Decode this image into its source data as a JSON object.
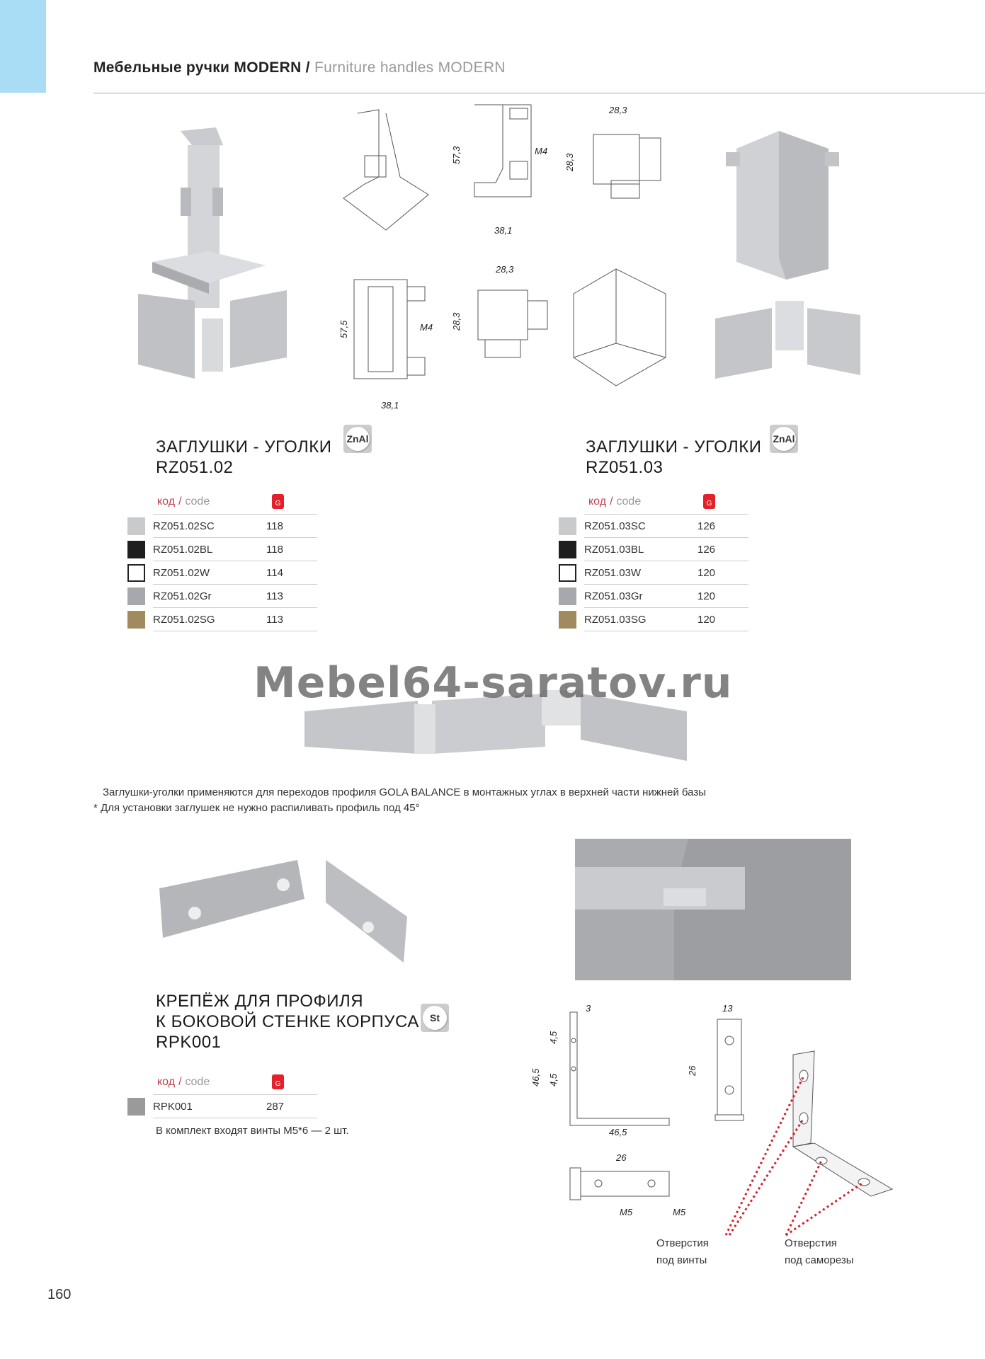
{
  "header": {
    "title_ru": "Мебельные ручки MODERN",
    "separator": " / ",
    "title_en": "Furniture handles MODERN"
  },
  "product1": {
    "title": "ЗАГЛУШКИ - УГОЛКИ",
    "code": "RZ051.02",
    "material": "ZnAl",
    "col_code_ru": "код",
    "col_sep": "/",
    "col_code_en": "code",
    "weight_icon": "G",
    "rows": [
      {
        "code": "RZ051.02SC",
        "weight": "118",
        "color": "#c8cacc"
      },
      {
        "code": "RZ051.02BL",
        "weight": "118",
        "color": "#1e1e1e"
      },
      {
        "code": "RZ051.02W",
        "weight": "114",
        "color": "#ffffff"
      },
      {
        "code": "RZ051.02Gr",
        "weight": "113",
        "color": "#a6a8ab"
      },
      {
        "code": "RZ051.02SG",
        "weight": "113",
        "color": "#a08a5e"
      }
    ]
  },
  "product2": {
    "title": "ЗАГЛУШКИ - УГОЛКИ",
    "code": "RZ051.03",
    "material": "ZnAl",
    "col_code_ru": "код",
    "col_sep": "/",
    "col_code_en": "code",
    "weight_icon": "G",
    "rows": [
      {
        "code": "RZ051.03SC",
        "weight": "126",
        "color": "#c8cacc"
      },
      {
        "code": "RZ051.03BL",
        "weight": "126",
        "color": "#1e1e1e"
      },
      {
        "code": "RZ051.03W",
        "weight": "120",
        "color": "#ffffff"
      },
      {
        "code": "RZ051.03Gr",
        "weight": "120",
        "color": "#a6a8ab"
      },
      {
        "code": "RZ051.03SG",
        "weight": "120",
        "color": "#a08a5e"
      }
    ]
  },
  "watermark": "Mebel64-saratov.ru",
  "notes": [
    "Заглушки-уголки применяются для переходов профиля GOLA BALANCE  в монтажных углах в верхней части нижней базы",
    "* Для установки заглушек не нужно распиливать профиль под 45°"
  ],
  "product3": {
    "title_line1": "КРЕПЁЖ ДЛЯ ПРОФИЛЯ",
    "title_line2": "К БОКОВОЙ СТЕНКЕ КОРПУСА",
    "code": "RPK001",
    "material": "St",
    "col_code_ru": "код",
    "col_sep": "/",
    "col_code_en": "code",
    "weight_icon": "G",
    "rows": [
      {
        "code": "RPK001",
        "weight": "287",
        "color": "#9a9a9a"
      }
    ],
    "kit_note": "В комплект входят винты М5*6 — 2 шт."
  },
  "dimensions": {
    "d1": "28,3",
    "d2": "57,3",
    "d3": "M4",
    "d4": "38,1",
    "d5": "28,3",
    "d6": "28,3",
    "d7": "57,5",
    "d8": "M4",
    "d9": "28,3",
    "d10": "38,1",
    "d11": "3",
    "d12": "13",
    "d13": "46,5",
    "d14": "4,5",
    "d15": "4,5",
    "d16": "26",
    "d17": "46,5",
    "d18": "26",
    "d19": "M5",
    "d20": "M5"
  },
  "holes": {
    "screws_line1": "Отверстия",
    "screws_line2": "под винты",
    "tapping_line1": "Отверстия",
    "tapping_line2": "под саморезы"
  },
  "page_number": "160"
}
